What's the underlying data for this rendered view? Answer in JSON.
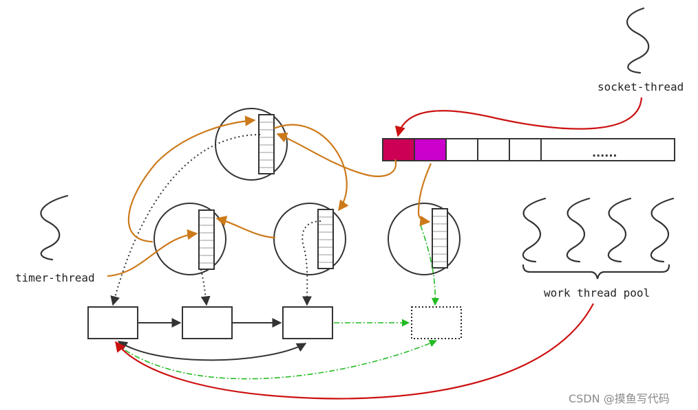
{
  "labels": {
    "socket_thread": "socket-thread",
    "timer_thread": "timer-thread",
    "work_thread_pool": "work thread pool",
    "queue_ellipsis": "......"
  },
  "watermark": "CSDN @摸鱼写代码",
  "colors": {
    "line": "#333333",
    "orange": "#cc7a1a",
    "red": "#cc1111",
    "green": "#22bb22",
    "queue_slot_1": "#cc0055",
    "queue_slot_2": "#cc00cc"
  }
}
